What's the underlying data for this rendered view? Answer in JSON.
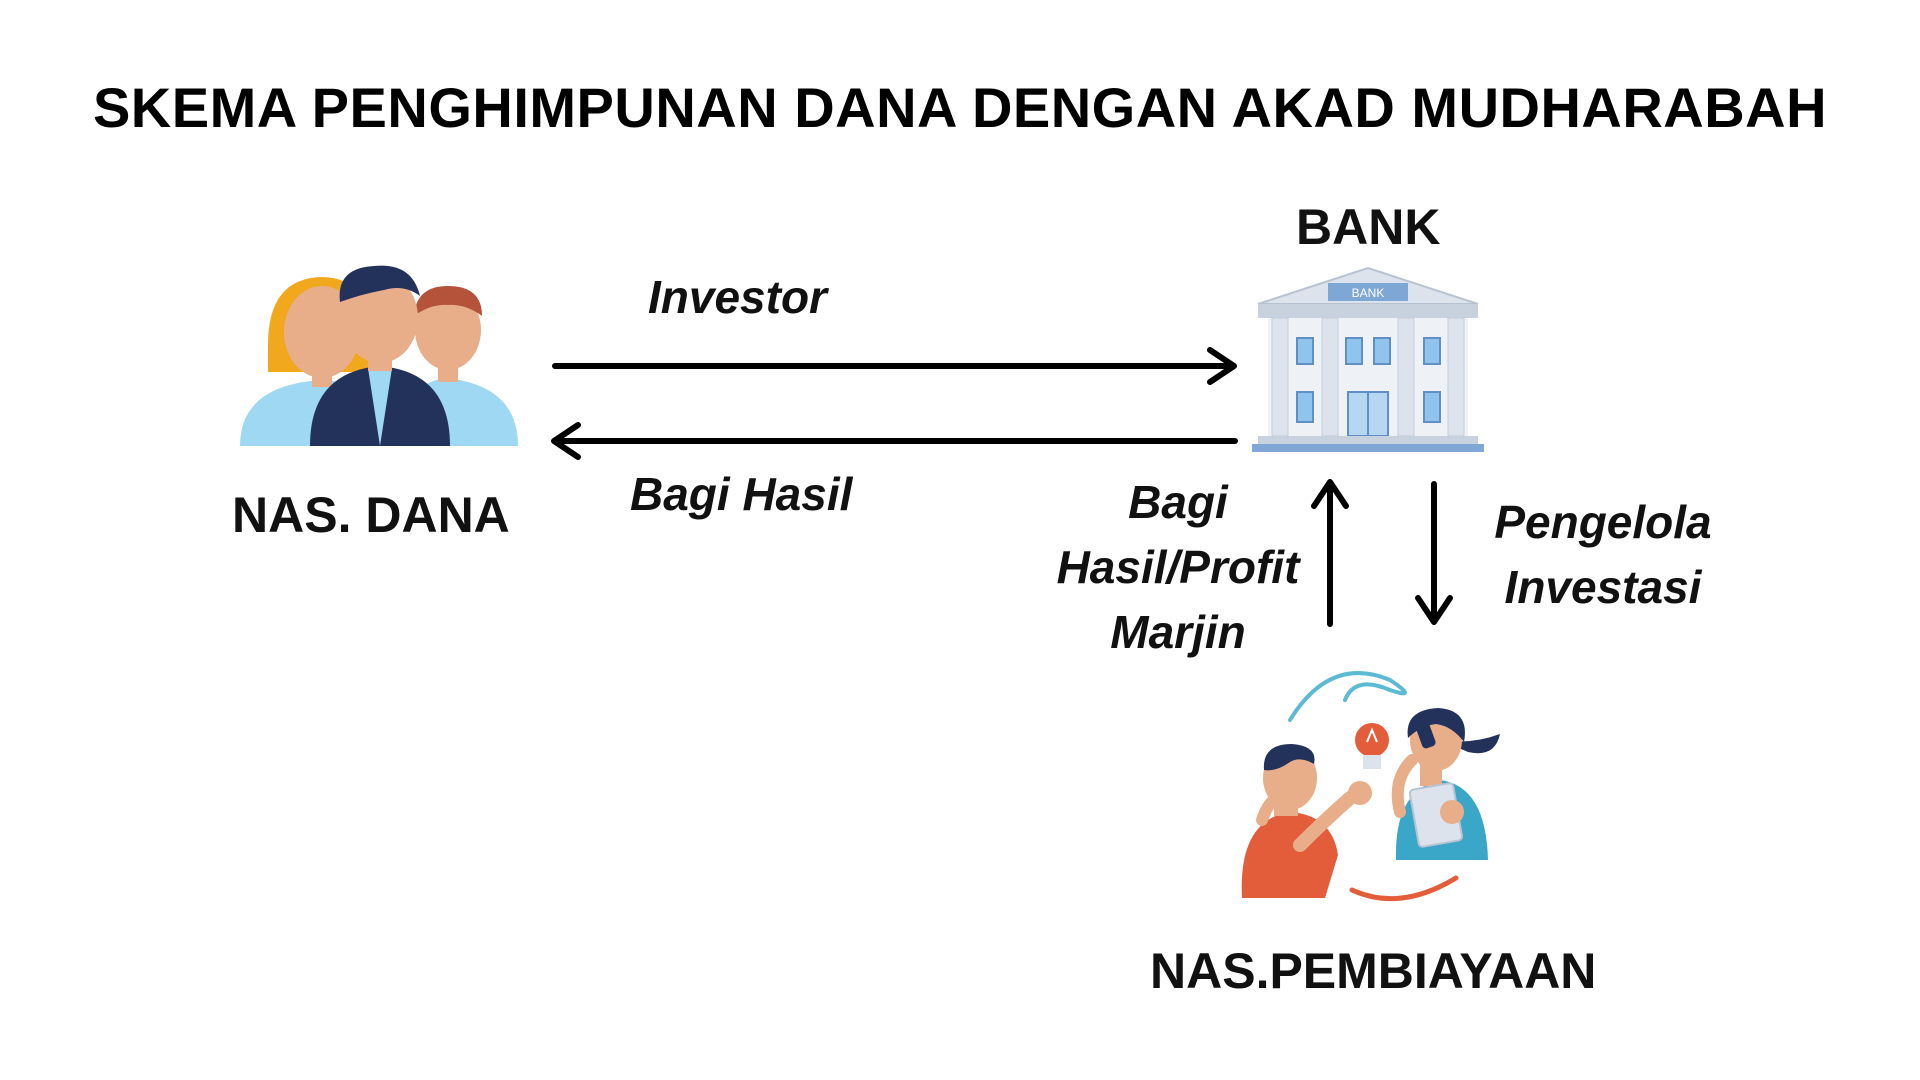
{
  "title": "SKEMA PENGHIMPUNAN DANA DENGAN AKAD MUDHARABAH",
  "nodes": {
    "depositors": {
      "label": "NAS. DANA"
    },
    "bank": {
      "label": "BANK",
      "sign": "BANK"
    },
    "borrowers": {
      "label": "NAS.PEMBIAYAAN"
    }
  },
  "flows": {
    "investor": "Investor",
    "bagi_hasil": "Bagi Hasil",
    "profit": {
      "line1": "Bagi",
      "line2": "Hasil/Profit",
      "line3": "Marjin"
    },
    "pengelola": {
      "line1": "Pengelola",
      "line2": "Investasi"
    }
  },
  "colors": {
    "arrow": "#000000",
    "people_light_blue": "#9ed8f2",
    "people_navy": "#23325a",
    "hair_yellow": "#f2a81d",
    "hair_brown": "#b4533a",
    "skin": "#e8ae8a",
    "bank_blue": "#7ea7d6",
    "bank_stone": "#dde3ec",
    "orange_shirt": "#e35d3b",
    "teal_shirt": "#3aa7c9"
  }
}
